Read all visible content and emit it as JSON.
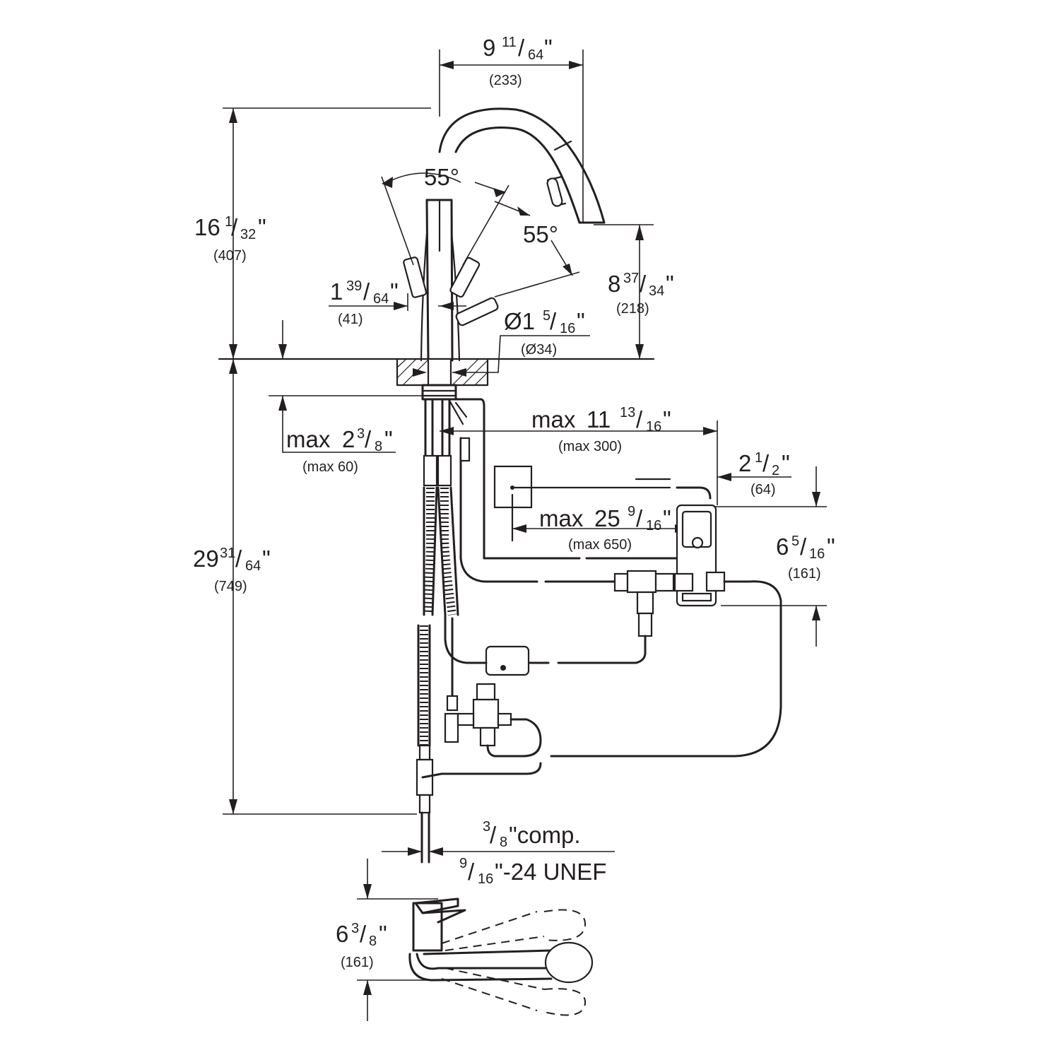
{
  "dimensions": {
    "spout_reach": {
      "whole": "9",
      "num": "11",
      "den": "64",
      "unit": "\"",
      "metric": "(233)"
    },
    "total_height": {
      "whole": "16",
      "num": "1",
      "den": "32",
      "unit": "\"",
      "metric": "(407)"
    },
    "handle_angle_left": "55°",
    "handle_angle_right": "55°",
    "handle_offset": {
      "whole": "1",
      "num": "39",
      "den": "64",
      "unit": "\"",
      "metric": "(41)"
    },
    "spout_height": {
      "whole": "8",
      "num": "37",
      "den": "34",
      "unit": "\"",
      "metric": "(218)"
    },
    "shank_diameter": {
      "whole": "Ø1",
      "num": "5",
      "den": "16",
      "unit": "\"",
      "metric": "(Ø34)"
    },
    "counter_thickness": {
      "prefix": "max ",
      "whole": "2",
      "num": "3",
      "den": "8",
      "unit": "\"",
      "metric": "(max 60)"
    },
    "box_distance": {
      "prefix": "max ",
      "whole": "11",
      "num": "13",
      "den": "16",
      "unit": "\"",
      "metric": "(max 300)"
    },
    "box_width": {
      "whole": "2",
      "num": "1",
      "den": "2",
      "unit": "\"",
      "metric": "(64)"
    },
    "sensor_cable": {
      "prefix": "max ",
      "whole": "25",
      "num": "9",
      "den": "16",
      "unit": "\"",
      "metric": "(max 650)"
    },
    "box_height": {
      "whole": "6",
      "num": "5",
      "den": "16",
      "unit": "\"",
      "metric": "(161)"
    },
    "below_counter": {
      "whole": "29",
      "num": "31",
      "den": "64",
      "unit": "\"",
      "metric": "(749)"
    },
    "connection_comp": {
      "num": "3",
      "den": "8",
      "suffix": "\"comp."
    },
    "connection_thread": {
      "num": "9",
      "den": "16",
      "suffix": "\"-24 UNEF"
    },
    "side_view_height": {
      "whole": "6",
      "num": "3",
      "den": "8",
      "unit": "\"",
      "metric": "(161)"
    }
  }
}
